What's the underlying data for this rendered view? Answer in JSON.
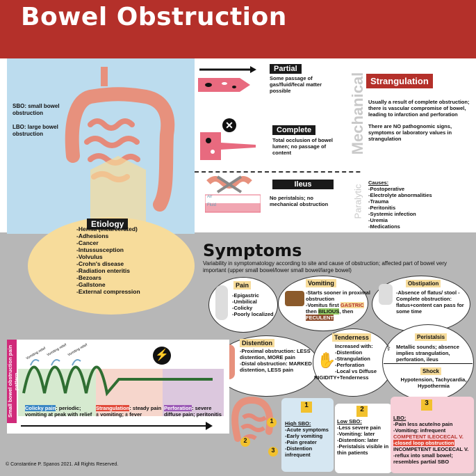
{
  "title": "Bowel Obstruction",
  "left_labels": [
    "SBO: small bowel obstruction",
    "LBO: large bowel obstruction"
  ],
  "mechanical_label": "Mechanical",
  "paralytic_label": "Paralytic",
  "partial": {
    "title": "Partial",
    "text": "Some passage of gas/fluid/fecal matter possible"
  },
  "complete": {
    "title": "Complete",
    "text": "Total occlusion of bowel lumen; no passage of content"
  },
  "ileus": {
    "title": "Ileus",
    "text": "No peristalsis; no mechanical obstruction",
    "air": "Air",
    "fluid": "Fluid"
  },
  "strangulation": {
    "title": "Strangulation",
    "text1": "Usually a result of complete obstruction; there is vascular compromise of bowel, leading to infarction and perforation",
    "text2": "There are NO pathognomic signs, symptoms or laboratory values in strangulation"
  },
  "causes": {
    "title": "Causes:",
    "items": [
      "-Postoperative",
      "-Electrolyte abnormalities",
      "-Trauma",
      "-Peritonitis",
      "-Systemic infection",
      "-Uremia",
      "-Medications"
    ]
  },
  "etiology": {
    "title": "Etiology",
    "items": [
      "-Hernia (incarcerated)",
      "-Adhesions",
      "-Cancer",
      "-Intussusception",
      "-Volvulus",
      "-Crohn's disease",
      "-Radiation enteritis",
      "-Bezoars",
      "-Gallstone",
      "-External compression"
    ]
  },
  "symptoms": {
    "title": "Symptoms",
    "subtitle": "Variability in symptomatology according to site and cause of obstruction; affected part of bowel very important (upper small bowel/lower small bowel/large bowel)"
  },
  "pain": {
    "title": "Pain",
    "items": [
      "-Epigastric",
      "-Umbilical",
      "-Colicky",
      "-Poorly localized"
    ]
  },
  "vomiting": {
    "title": "Vomiting",
    "l1": "-Starts sooner in proximal obstruction",
    "l2": "-Vomitus first",
    "gastric": "GASTRIC",
    "l3": "then",
    "bilious": "BILIOUS",
    "l4": ", then",
    "feculent": "FECULENT"
  },
  "obstipation": {
    "title": "Obstipation",
    "text": "-Absence of flatus/ stool -Complete obstruction: flatus+content can pass for some time"
  },
  "distention": {
    "title": "Distention",
    "text": "-Proximal obstruction: LESS distention, MORE pain",
    "text2": "-Distal obstruction: MARKED distention, LESS pain"
  },
  "tenderness": {
    "title": "Tenderness",
    "items": [
      "Increased with:",
      "-Distention",
      "-Strangulation",
      "-Perforation",
      "-Local vs Diffuse",
      "RIGIDITY+Tenderness"
    ]
  },
  "peristalsis": {
    "title": "Peristalsis",
    "text": "Metallic sounds; absence implies strangulation, perforation, ileus"
  },
  "shock": {
    "title": "Shock",
    "text": "Hypotension, Tachycardia, Hypothermia"
  },
  "pain_pattern": {
    "side": "Small bowel obstruction pain pattern",
    "vomit_label": "Vomiting relief",
    "colicky": "Colicky pain",
    "colicky_text": ": periodic; vomiting at peak with relief",
    "strang": "Strangulation",
    "strang_text": ": steady pain ± vomiting; ± fever",
    "perf": "Perforation",
    "perf_text": ": severe diffuse pain; peritonitis"
  },
  "high_sbo": {
    "num": "1",
    "title": "High SBO:",
    "items": [
      "-Acute symptoms",
      "-Early vomiting",
      "-Pain greater",
      "-Distention infrequent"
    ]
  },
  "low_sbo": {
    "num": "2",
    "title": "Low SBO:",
    "items": [
      "-Less severe pain",
      "-Vomiting: later",
      "-Distention: later",
      "-Peristalsis visible in thin patients"
    ]
  },
  "lbo": {
    "num": "3",
    "title": "LBO:",
    "items": [
      "-Pain less acute/no pain",
      "-Vomiting: infrequent"
    ],
    "competent": "COMPETENT ILEOCECAL V.",
    "closed": "-closed loop obstruction",
    "incompetent": "INCOMPETENT ILEOCECAL V.",
    "items2": [
      "-reflux into small bowel;",
      "resembles partial SBO"
    ]
  },
  "copyright": "© Constantine P. Spanos 2021. All Rights Reserved."
}
